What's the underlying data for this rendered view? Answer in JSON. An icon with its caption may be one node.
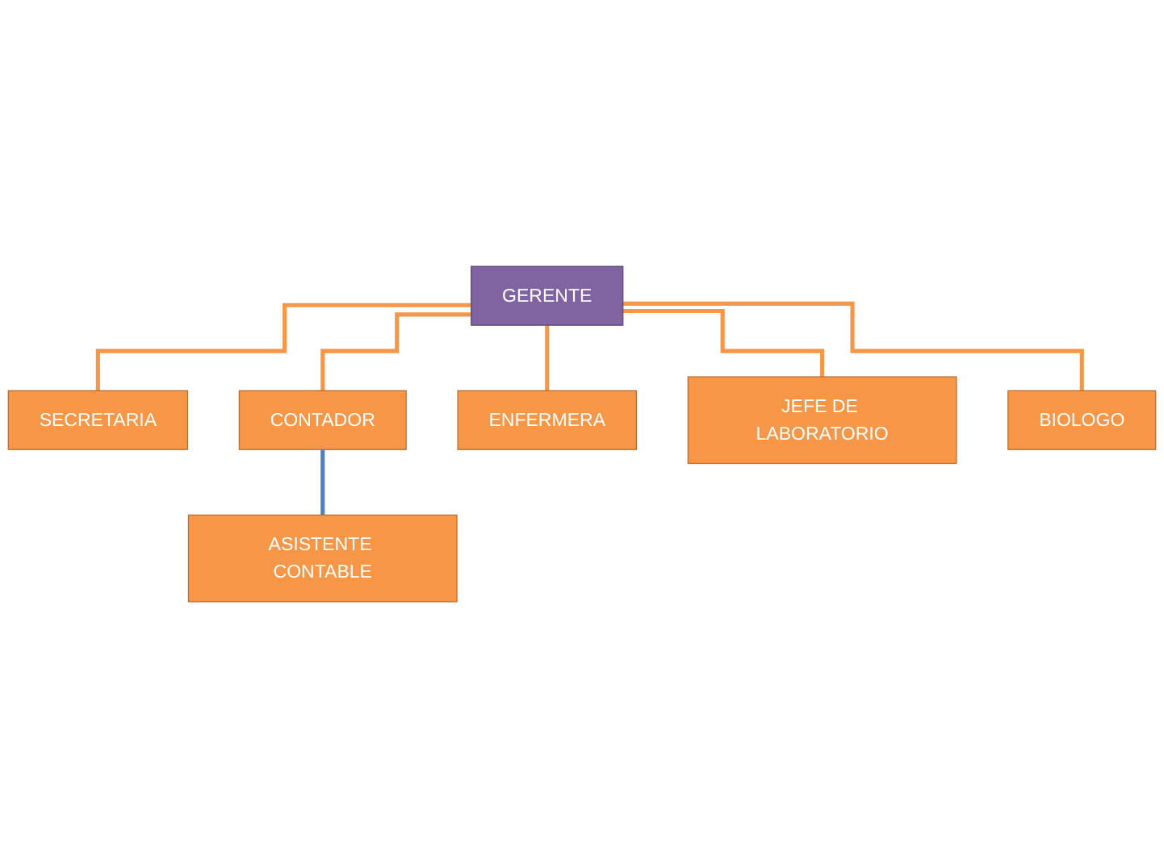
{
  "diagram": {
    "nodes": [
      {
        "text": [
          "GERENTE"
        ]
      },
      {
        "text": [
          "SECRETARIA"
        ]
      },
      {
        "text": [
          "CONTADOR"
        ]
      },
      {
        "text": [
          "ASISTENTE CONTABLE"
        ]
      },
      {
        "text": [
          "ENFERMERA"
        ]
      },
      {
        "text": [
          "JEFE DE LABORATORIO"
        ]
      },
      {
        "text": [
          "BIOLOGO"
        ]
      }
    ],
    "edges": [
      {
        "from": 0,
        "to": 1,
        "arrow": "none"
      },
      {
        "from": 0,
        "to": 2,
        "arrow": "none"
      },
      {
        "from": 2,
        "to": 3,
        "arrow": "none",
        "color": "#4f81bd"
      },
      {
        "from": 0,
        "to": 4,
        "arrow": "none"
      },
      {
        "from": 0,
        "to": 5,
        "arrow": "none"
      },
      {
        "from": 0,
        "to": 6,
        "arrow": "none"
      }
    ]
  }
}
